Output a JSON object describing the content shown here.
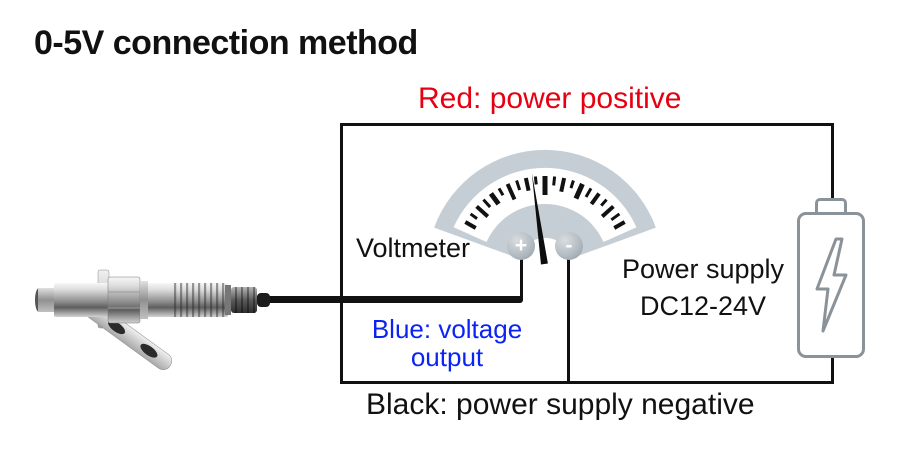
{
  "title": "0-5V connection method",
  "diagram": {
    "red_wire_label": "Red: power positive",
    "voltmeter_label": "Voltmeter",
    "plus_terminal": "+",
    "minus_terminal": "-",
    "power_supply_line1": "Power supply",
    "power_supply_line2": "DC12-24V",
    "blue_wire_line1": "Blue: voltage",
    "blue_wire_line2": "output",
    "black_wire_label": "Black: power supply negative"
  },
  "colors": {
    "red_label": "#e60012",
    "blue_label": "#0b24f5",
    "text": "#111111",
    "wire": "#111111",
    "gauge_fill": "#c6ced5",
    "battery_outline": "#8a929a"
  },
  "icons": {
    "voltmeter_gauge": "analog-gauge-icon",
    "battery": "battery-with-lightning-icon",
    "sensor": "infrared-sensor-probe-icon"
  }
}
